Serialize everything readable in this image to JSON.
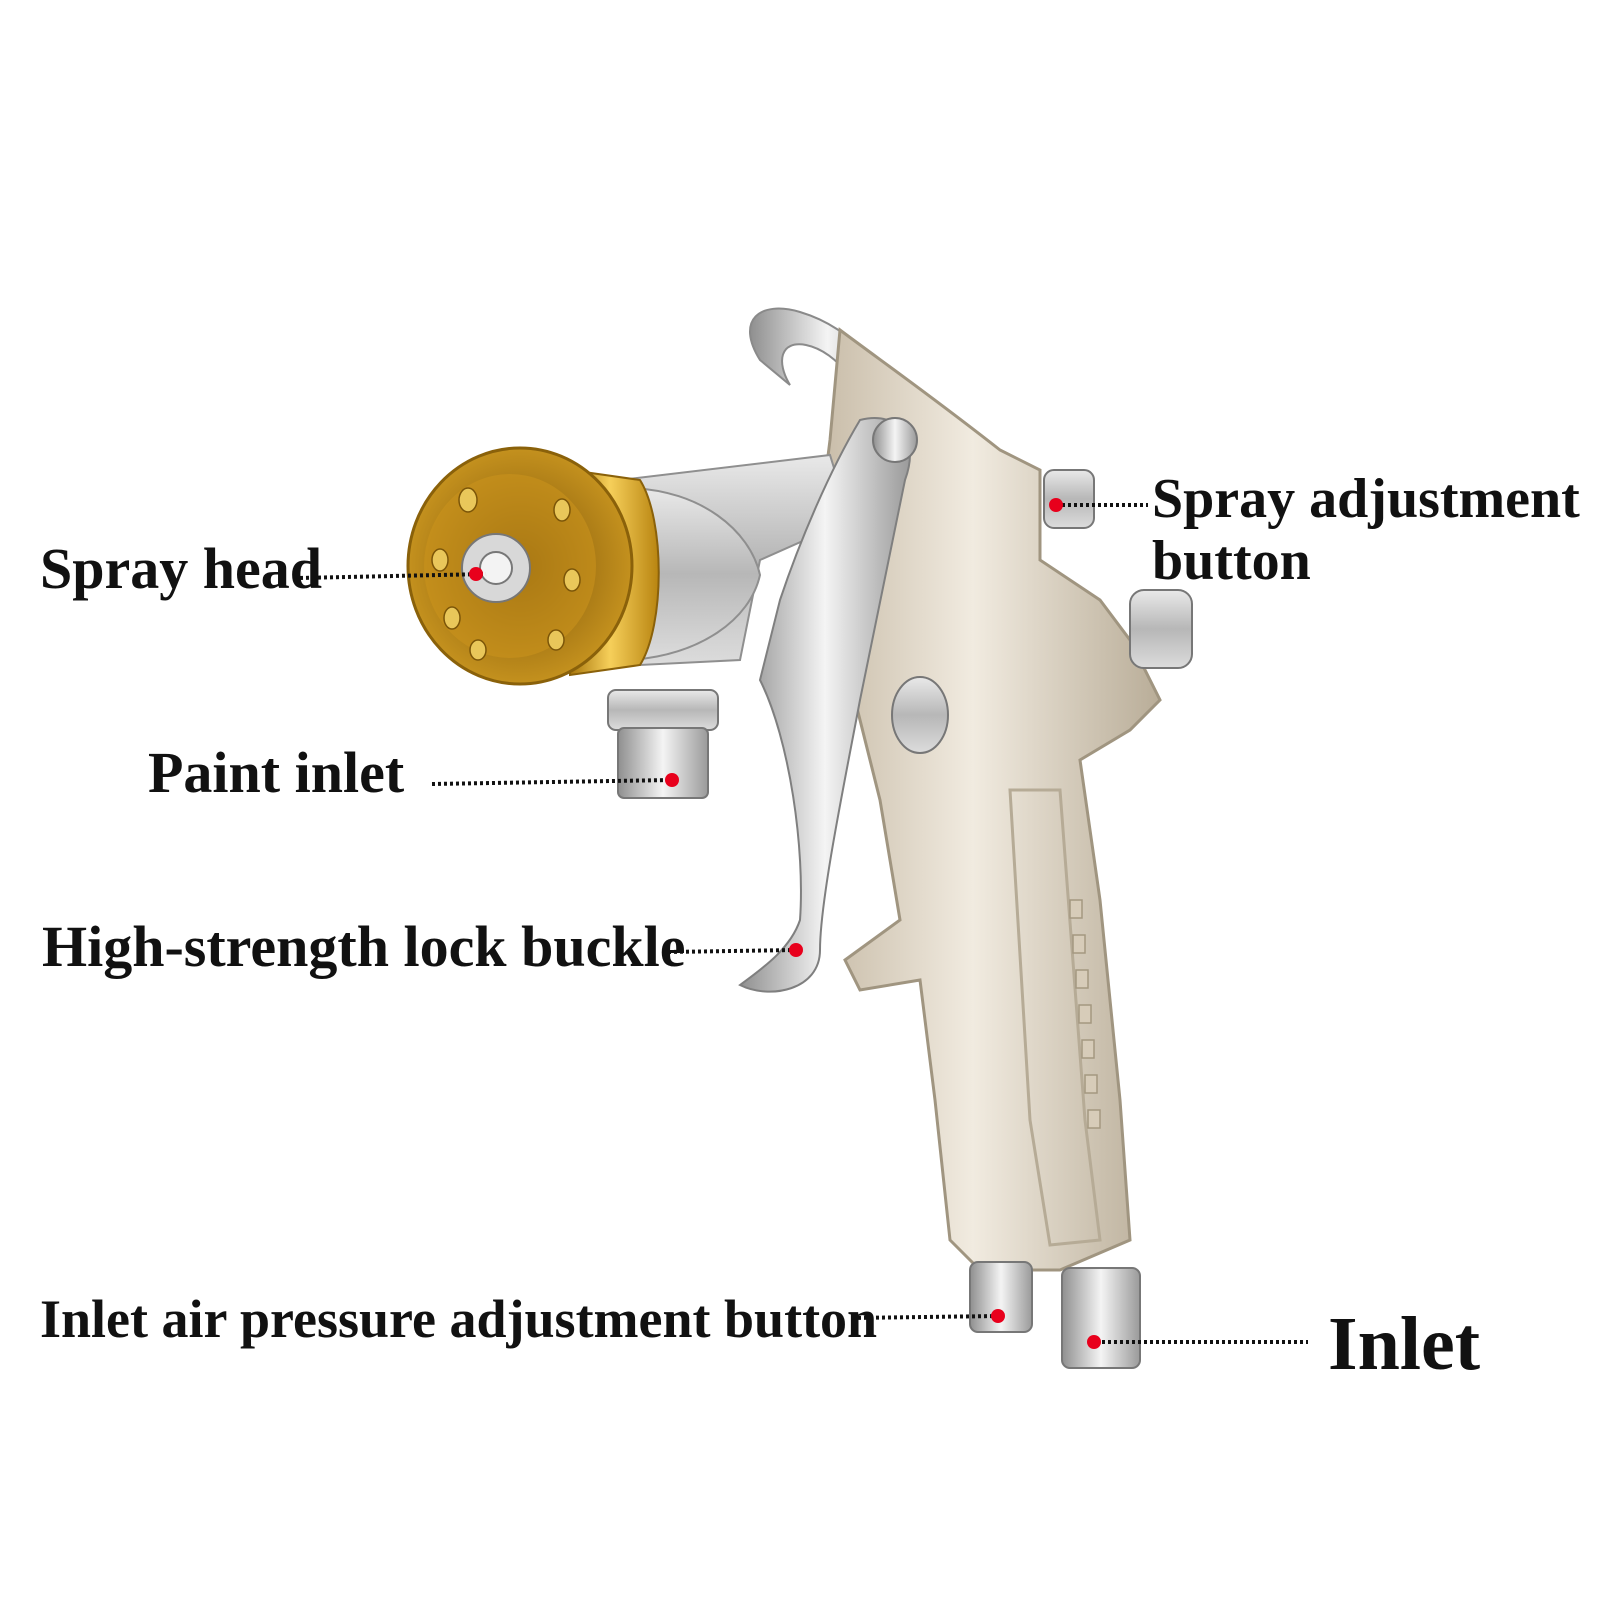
{
  "labels": {
    "spray_head": "Spray head",
    "spray_adjustment_line1": "Spray adjustment",
    "spray_adjustment_line2": "button",
    "paint_inlet": "Paint inlet",
    "lock_buckle": "High-strength lock buckle",
    "air_pressure": "Inlet air pressure adjustment button",
    "inlet": "Inlet"
  },
  "colors": {
    "marker": "#e8001c",
    "leader": "#111111",
    "brass": "#d9a418",
    "chrome": "#c9c9c9",
    "body": "#ddd3c2"
  }
}
